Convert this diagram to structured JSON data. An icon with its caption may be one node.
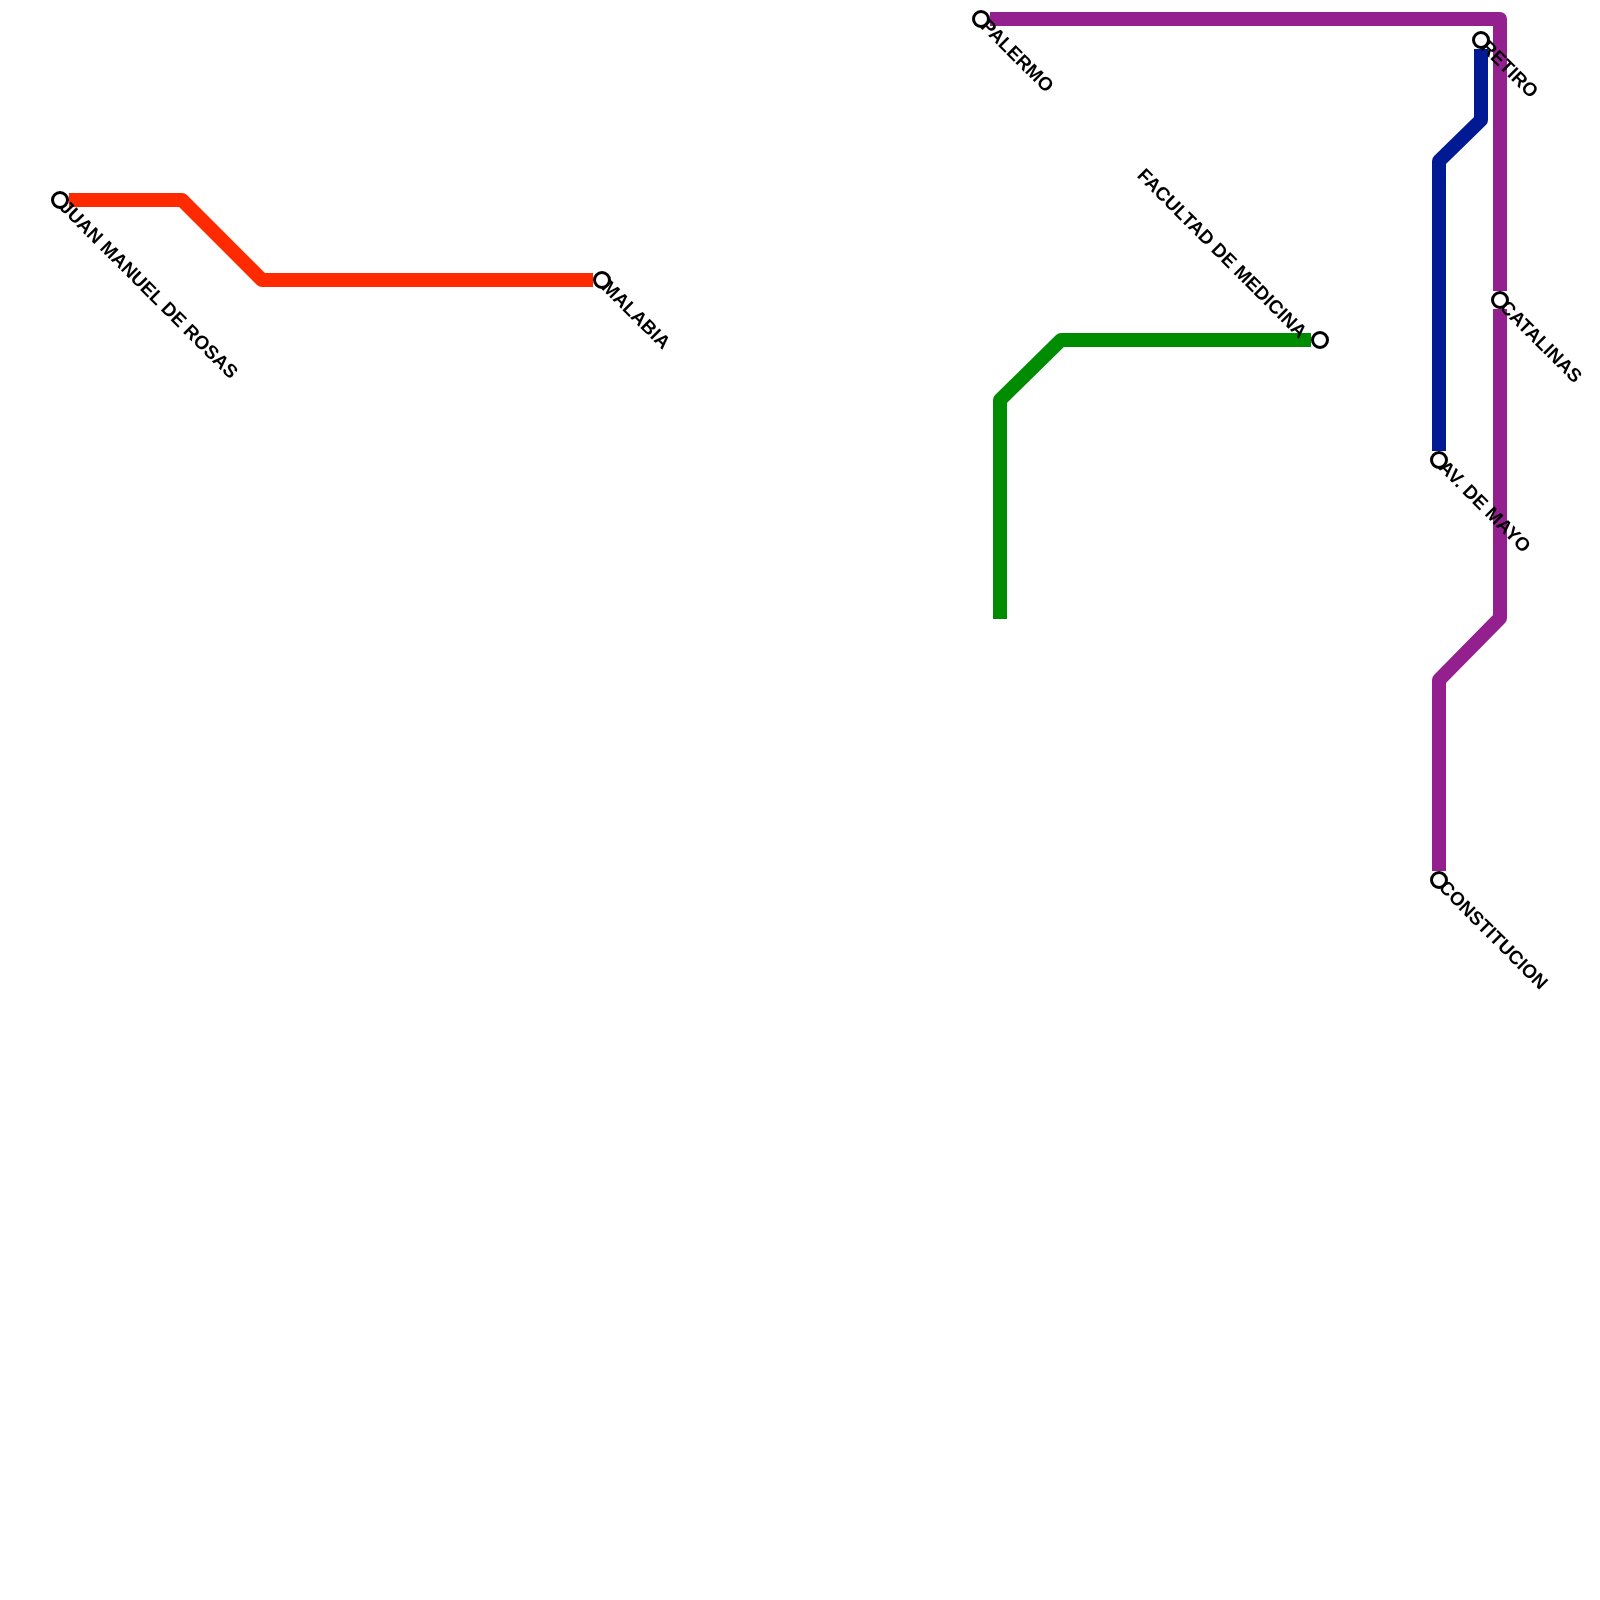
{
  "diagram": {
    "nodes": [
      {
        "text": [
          "JUAN MANUEL DE ROSAS"
        ]
      },
      {
        "text": [
          "MALABIA"
        ]
      },
      {
        "text": [
          "PALERMO"
        ]
      },
      {
        "text": [
          "RETIRO"
        ]
      },
      {
        "text": [
          "CATALINAS"
        ]
      },
      {
        "text": [
          "FACULTAD DE MEDICINA"
        ]
      },
      {
        "text": [
          "AV. DE MAYO"
        ]
      },
      {
        "text": [
          "CONSTITUCION"
        ]
      }
    ],
    "edges": [
      {
        "from": 0,
        "to": 1,
        "arrow": "none",
        "color": "#ff2a00"
      },
      {
        "from": 2,
        "to": 4,
        "arrow": "none",
        "color": "#941f8f"
      },
      {
        "from": 4,
        "to": 7,
        "arrow": "none",
        "color": "#941f8f"
      },
      {
        "from": 3,
        "to": 6,
        "arrow": "none",
        "color": "#001a94"
      },
      {
        "from": 5,
        "to": null,
        "arrow": "none",
        "color": "#008c00"
      }
    ]
  }
}
